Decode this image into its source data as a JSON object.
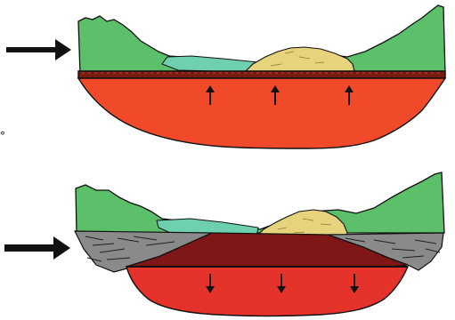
{
  "title": "",
  "panels": [
    {
      "id": "top",
      "state": "before",
      "arrow_icon": "arrow-right-icon",
      "magma_flow_icon": "arrow-up-icon",
      "magma_flow_count": 3,
      "magma_flow_direction": "up",
      "layers": [
        "vegetated-hills",
        "lake",
        "sand-deposit",
        "lava-crust",
        "magma-chamber"
      ]
    },
    {
      "id": "bottom",
      "state": "after",
      "arrow_icon": "arrow-right-icon",
      "magma_flow_icon": "arrow-down-icon",
      "magma_flow_count": 3,
      "magma_flow_direction": "down",
      "layers": [
        "vegetated-hills",
        "lake",
        "sand-deposit",
        "collapsed-rock",
        "subsided-crust",
        "magma-chamber"
      ]
    }
  ],
  "stray_mark": "°",
  "colors": {
    "outline": "#111111",
    "vegetation": "#5cbf6a",
    "lake": "#6fd0b0",
    "sand": "#e6d37c",
    "crust_top": "#7a1a12",
    "crust_bottom": "#7e1716",
    "magma_top": "#f04a2a",
    "magma_bottom": "#e5322a",
    "rock": "#8a8a8a"
  }
}
